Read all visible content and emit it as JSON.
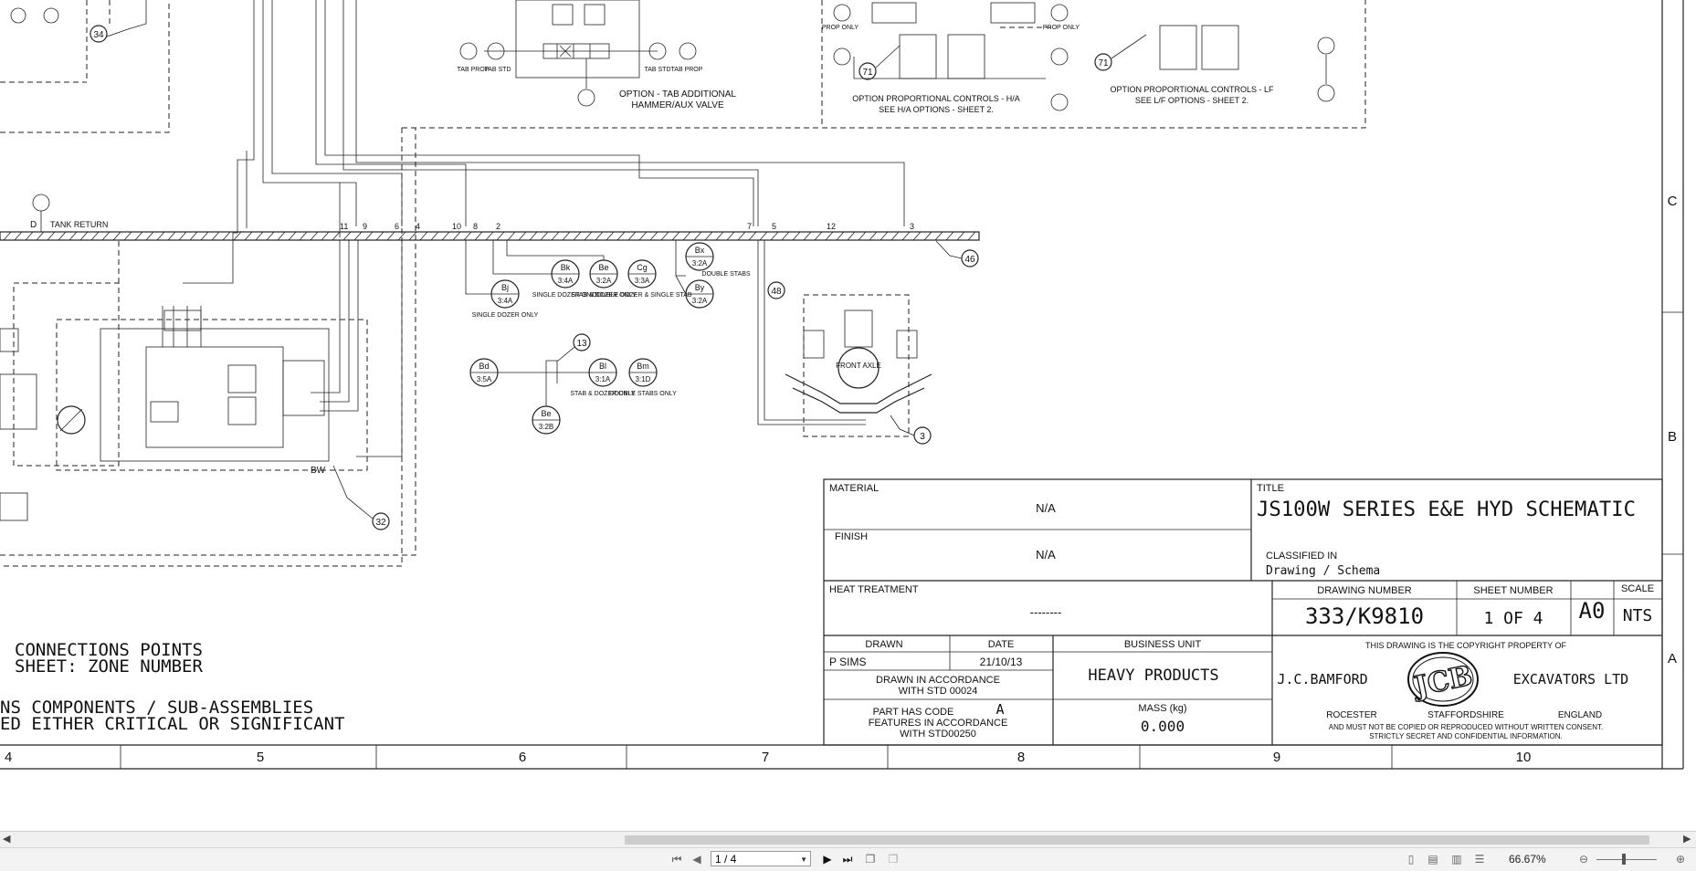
{
  "schematic": {
    "labels": {
      "tank_return": "TANK RETURN",
      "d_marker": "D",
      "option_tab_line1": "OPTION - TAB ADDITIONAL",
      "option_tab_line2": "HAMMER/AUX VALVE",
      "tab_prop": "TAB PROP",
      "tab_std": "TAB STD",
      "opt_ha_line1": "OPTION PROPORTIONAL CONTROLS - H/A",
      "opt_ha_line2": "SEE H/A OPTIONS - SHEET 2.",
      "opt_lf_line1": "OPTION PROPORTIONAL CONTROLS - LF",
      "opt_lf_line2": "SEE L/F OPTIONS - SHEET 2.",
      "prop_only": "PROP ONLY",
      "front_axle": "FRONT AXLE",
      "double_stabs": "DOUBLE STABS",
      "single_dozer_only": "SINGLE DOZER ONLY",
      "stab_dozer_only": "STAB & DOZER ONLY",
      "double_dozer_single_stab": "DOUBLE DOZER & SINGLE STAB",
      "double_stabs_only": "DOUBLE STABS ONLY",
      "bw": "BW"
    },
    "connection_numbers": [
      "11",
      "9",
      "6",
      "4",
      "10",
      "8",
      "2",
      "7",
      "5",
      "12",
      "3"
    ],
    "callouts": [
      "34",
      "71",
      "71",
      "46",
      "13",
      "48",
      "32",
      "3"
    ],
    "connectors": [
      {
        "id": "Bj",
        "ref": "3:4A"
      },
      {
        "id": "Bk",
        "ref": "3:4A"
      },
      {
        "id": "Be",
        "ref": "3:2A"
      },
      {
        "id": "Cg",
        "ref": "3:3A"
      },
      {
        "id": "Bx",
        "ref": "3:2A"
      },
      {
        "id": "By",
        "ref": "3:2A"
      },
      {
        "id": "Bd",
        "ref": "3:5A"
      },
      {
        "id": "Bl",
        "ref": "3:1A"
      },
      {
        "id": "Bm",
        "ref": "3:1D"
      },
      {
        "id": "Be",
        "ref": "3:2B"
      }
    ],
    "notes": {
      "line1": "CONNECTIONS POINTS",
      "line2": "SHEET: ZONE NUMBER",
      "line3": "NS COMPONENTS / SUB-ASSEMBLIES",
      "line4": "ED EITHER CRITICAL OR SIGNIFICANT"
    }
  },
  "title_block": {
    "material_label": "MATERIAL",
    "material_value": "N/A",
    "finish_label": "FINISH",
    "finish_value": "N/A",
    "heat_label": "HEAT TREATMENT",
    "heat_value": "--------",
    "title_label": "TITLE",
    "title_value": "JS100W SERIES E&E HYD SCHEMATIC",
    "classified_label": "CLASSIFIED IN",
    "classified_value": "Drawing / Schema",
    "drawing_number_label": "DRAWING NUMBER",
    "drawing_number": "333/K9810",
    "sheet_number_label": "SHEET NUMBER",
    "sheet_number": "1 OF 4",
    "size": "A0",
    "scale_label": "SCALE",
    "scale": "NTS",
    "drawn_label": "DRAWN",
    "drawn_by": "P SIMS",
    "date_label": "DATE",
    "date": "21/10/13",
    "business_unit_label": "BUSINESS UNIT",
    "business_unit": "HEAVY PRODUCTS",
    "drawn_accordance_line1": "DRAWN IN ACCORDANCE",
    "drawn_accordance_line2": "WITH STD 00024",
    "part_code_line1": "PART HAS CODE",
    "part_code": "A",
    "part_code_line2": "FEATURES IN ACCORDANCE",
    "part_code_line3": "WITH STD00250",
    "mass_label": "MASS (kg)",
    "mass_value": "0.000",
    "copyright_line": "THIS DRAWING IS THE COPYRIGHT PROPERTY OF",
    "company_left": "J.C.BAMFORD",
    "company_right": "EXCAVATORS LTD",
    "logo_text": "JCB",
    "loc_1": "ROCESTER",
    "loc_2": "STAFFORDSHIRE",
    "loc_3": "ENGLAND",
    "disclaimer_1": "AND MUST NOT BE COPIED OR REPRODUCED WITHOUT WRITTEN CONSENT.",
    "disclaimer_2": "STRICTLY SECRET AND CONFIDENTIAL INFORMATION."
  },
  "zones": {
    "columns": [
      "4",
      "5",
      "6",
      "7",
      "8",
      "9",
      "10"
    ],
    "rows": [
      "C",
      "B",
      "A"
    ]
  },
  "viewer": {
    "page_indicator": "1 / 4",
    "zoom": "66.67%"
  },
  "colors": {
    "background": "#ffffff",
    "toolbar": "#f3f3f3",
    "ink": "#222222"
  }
}
